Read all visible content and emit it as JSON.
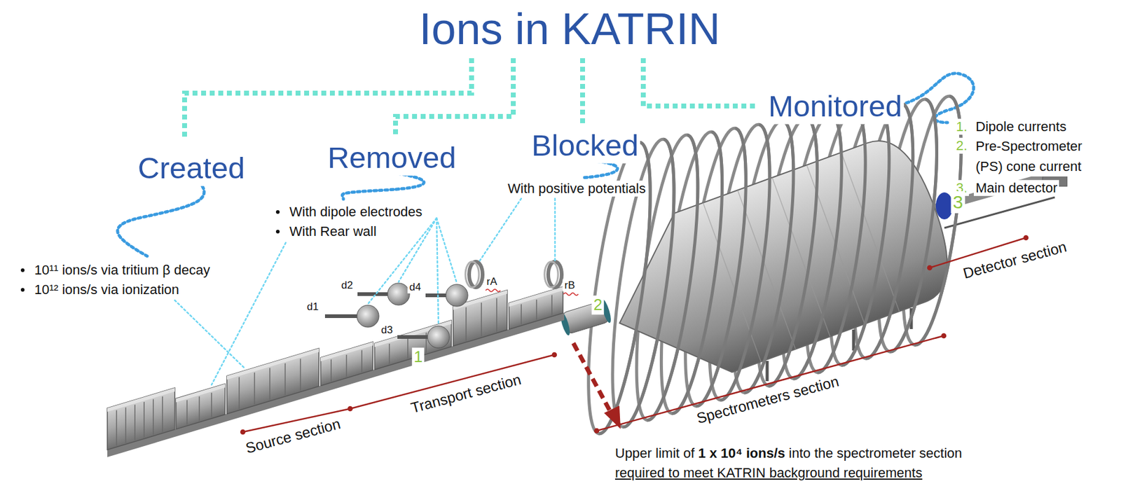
{
  "diagram": {
    "title": "Ions in KATRIN",
    "labels": [
      "Created",
      "10¹¹ ions/s via tritium β decay",
      "10¹² ions/s via ionization",
      "Removed",
      "With dipole electrodes",
      "With Rear wall",
      "Blocked",
      "With positive potentials",
      "Monitored",
      "1.",
      "Dipole currents",
      "2.",
      "Pre-Spectrometer (PS) cone current",
      "3.",
      "Main detector",
      "d1",
      "d2",
      "d3",
      "d4",
      "rA",
      "rB",
      "1",
      "2",
      "3",
      "Source section",
      "Transport section",
      "Spectrometers section",
      "Detector section",
      "Upper limit of",
      "1 x 10⁴ ions/s",
      "into the spectrometer section",
      "required to meet KATRIN background requirements"
    ]
  }
}
